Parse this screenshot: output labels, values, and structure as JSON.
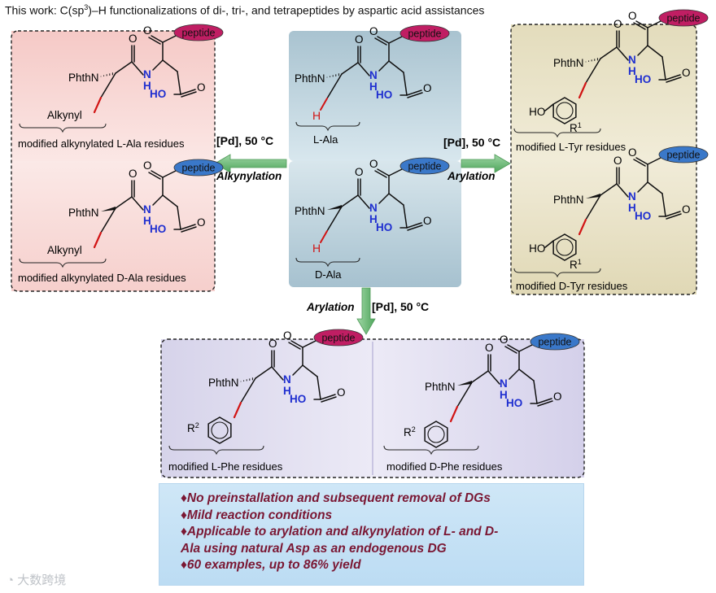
{
  "heading": {
    "prefix": "This work: C(sp",
    "sup": "3",
    "suffix": ")–H functionalizations of di-, tri-, and tetrapeptides by aspartic acid assistances"
  },
  "labels": {
    "phthn": "PhthN",
    "n": "N",
    "h": "H",
    "o": "O",
    "ho": "HO",
    "peptide": "peptide",
    "alkynyl": "Alkynyl",
    "r1": "R",
    "r1_sup": "1",
    "r2": "R",
    "r2_sup": "2"
  },
  "captions": {
    "l_ala": "L-Ala",
    "d_ala": "D-Ala",
    "l_alkynyl": "modified alkynylated L-Ala residues",
    "d_alkynyl": "modified alkynylated D-Ala residues",
    "l_tyr": "modified L-Tyr residues",
    "d_tyr": "modified D-Tyr residues",
    "l_phe": "modified L-Phe residues",
    "d_phe": "modified D-Phe residues"
  },
  "arrows": {
    "left_cond": "[Pd], 50 °C",
    "left_name": "Alkynylation",
    "right_cond": "[Pd], 50 °C",
    "right_name": "Arylation",
    "down_name": "Arylation",
    "down_cond": "[Pd], 50 °C"
  },
  "summary": [
    "♦No preinstallation and subsequent removal of DGs",
    "♦Mild reaction conditions",
    "♦Applicable to arylation and alkynylation of L- and D-",
    "Ala using natural Asp as an endogenous DG",
    "♦60 examples, up to 86% yield"
  ],
  "watermark": "大数跨境",
  "colors": {
    "peptide_l": "#c01e63",
    "peptide_d": "#3a78c9",
    "nh_blue": "#1f2fd0",
    "ho_blue": "#1f2fd0",
    "highlight_red": "#d11414",
    "o_red": "#111111",
    "summary_text": "#7a1733",
    "arrow_green": "#66b872"
  }
}
